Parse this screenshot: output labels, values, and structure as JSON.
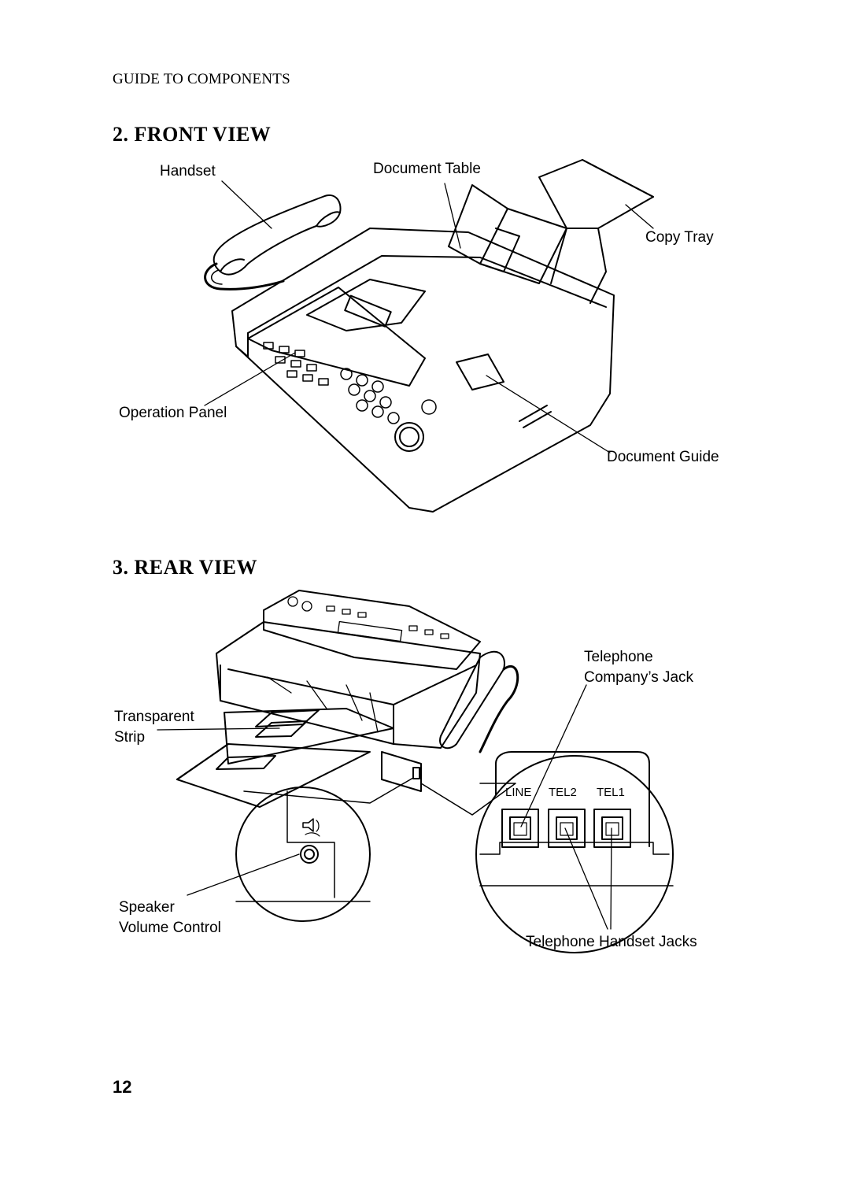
{
  "header": {
    "running_head": "GUIDE TO COMPONENTS"
  },
  "front_view": {
    "title": "2. FRONT VIEW",
    "callouts": {
      "handset": "Handset",
      "document_table": "Document Table",
      "copy_tray": "Copy Tray",
      "operation_panel": "Operation Panel",
      "document_guide": "Document Guide"
    }
  },
  "rear_view": {
    "title": "3. REAR VIEW",
    "callouts": {
      "telephone_jack_line1": "Telephone",
      "telephone_jack_line2": "Company’s Jack",
      "transparent_strip_line1": "Transparent",
      "transparent_strip_line2": "Strip",
      "speaker_line1": "Speaker",
      "speaker_line2": "Volume Control",
      "handset_jacks": "Telephone Handset Jacks"
    },
    "jack_labels": {
      "line": "LINE",
      "tel2": "TEL2",
      "tel1": "TEL1"
    }
  },
  "footer": {
    "page_number": "12"
  }
}
